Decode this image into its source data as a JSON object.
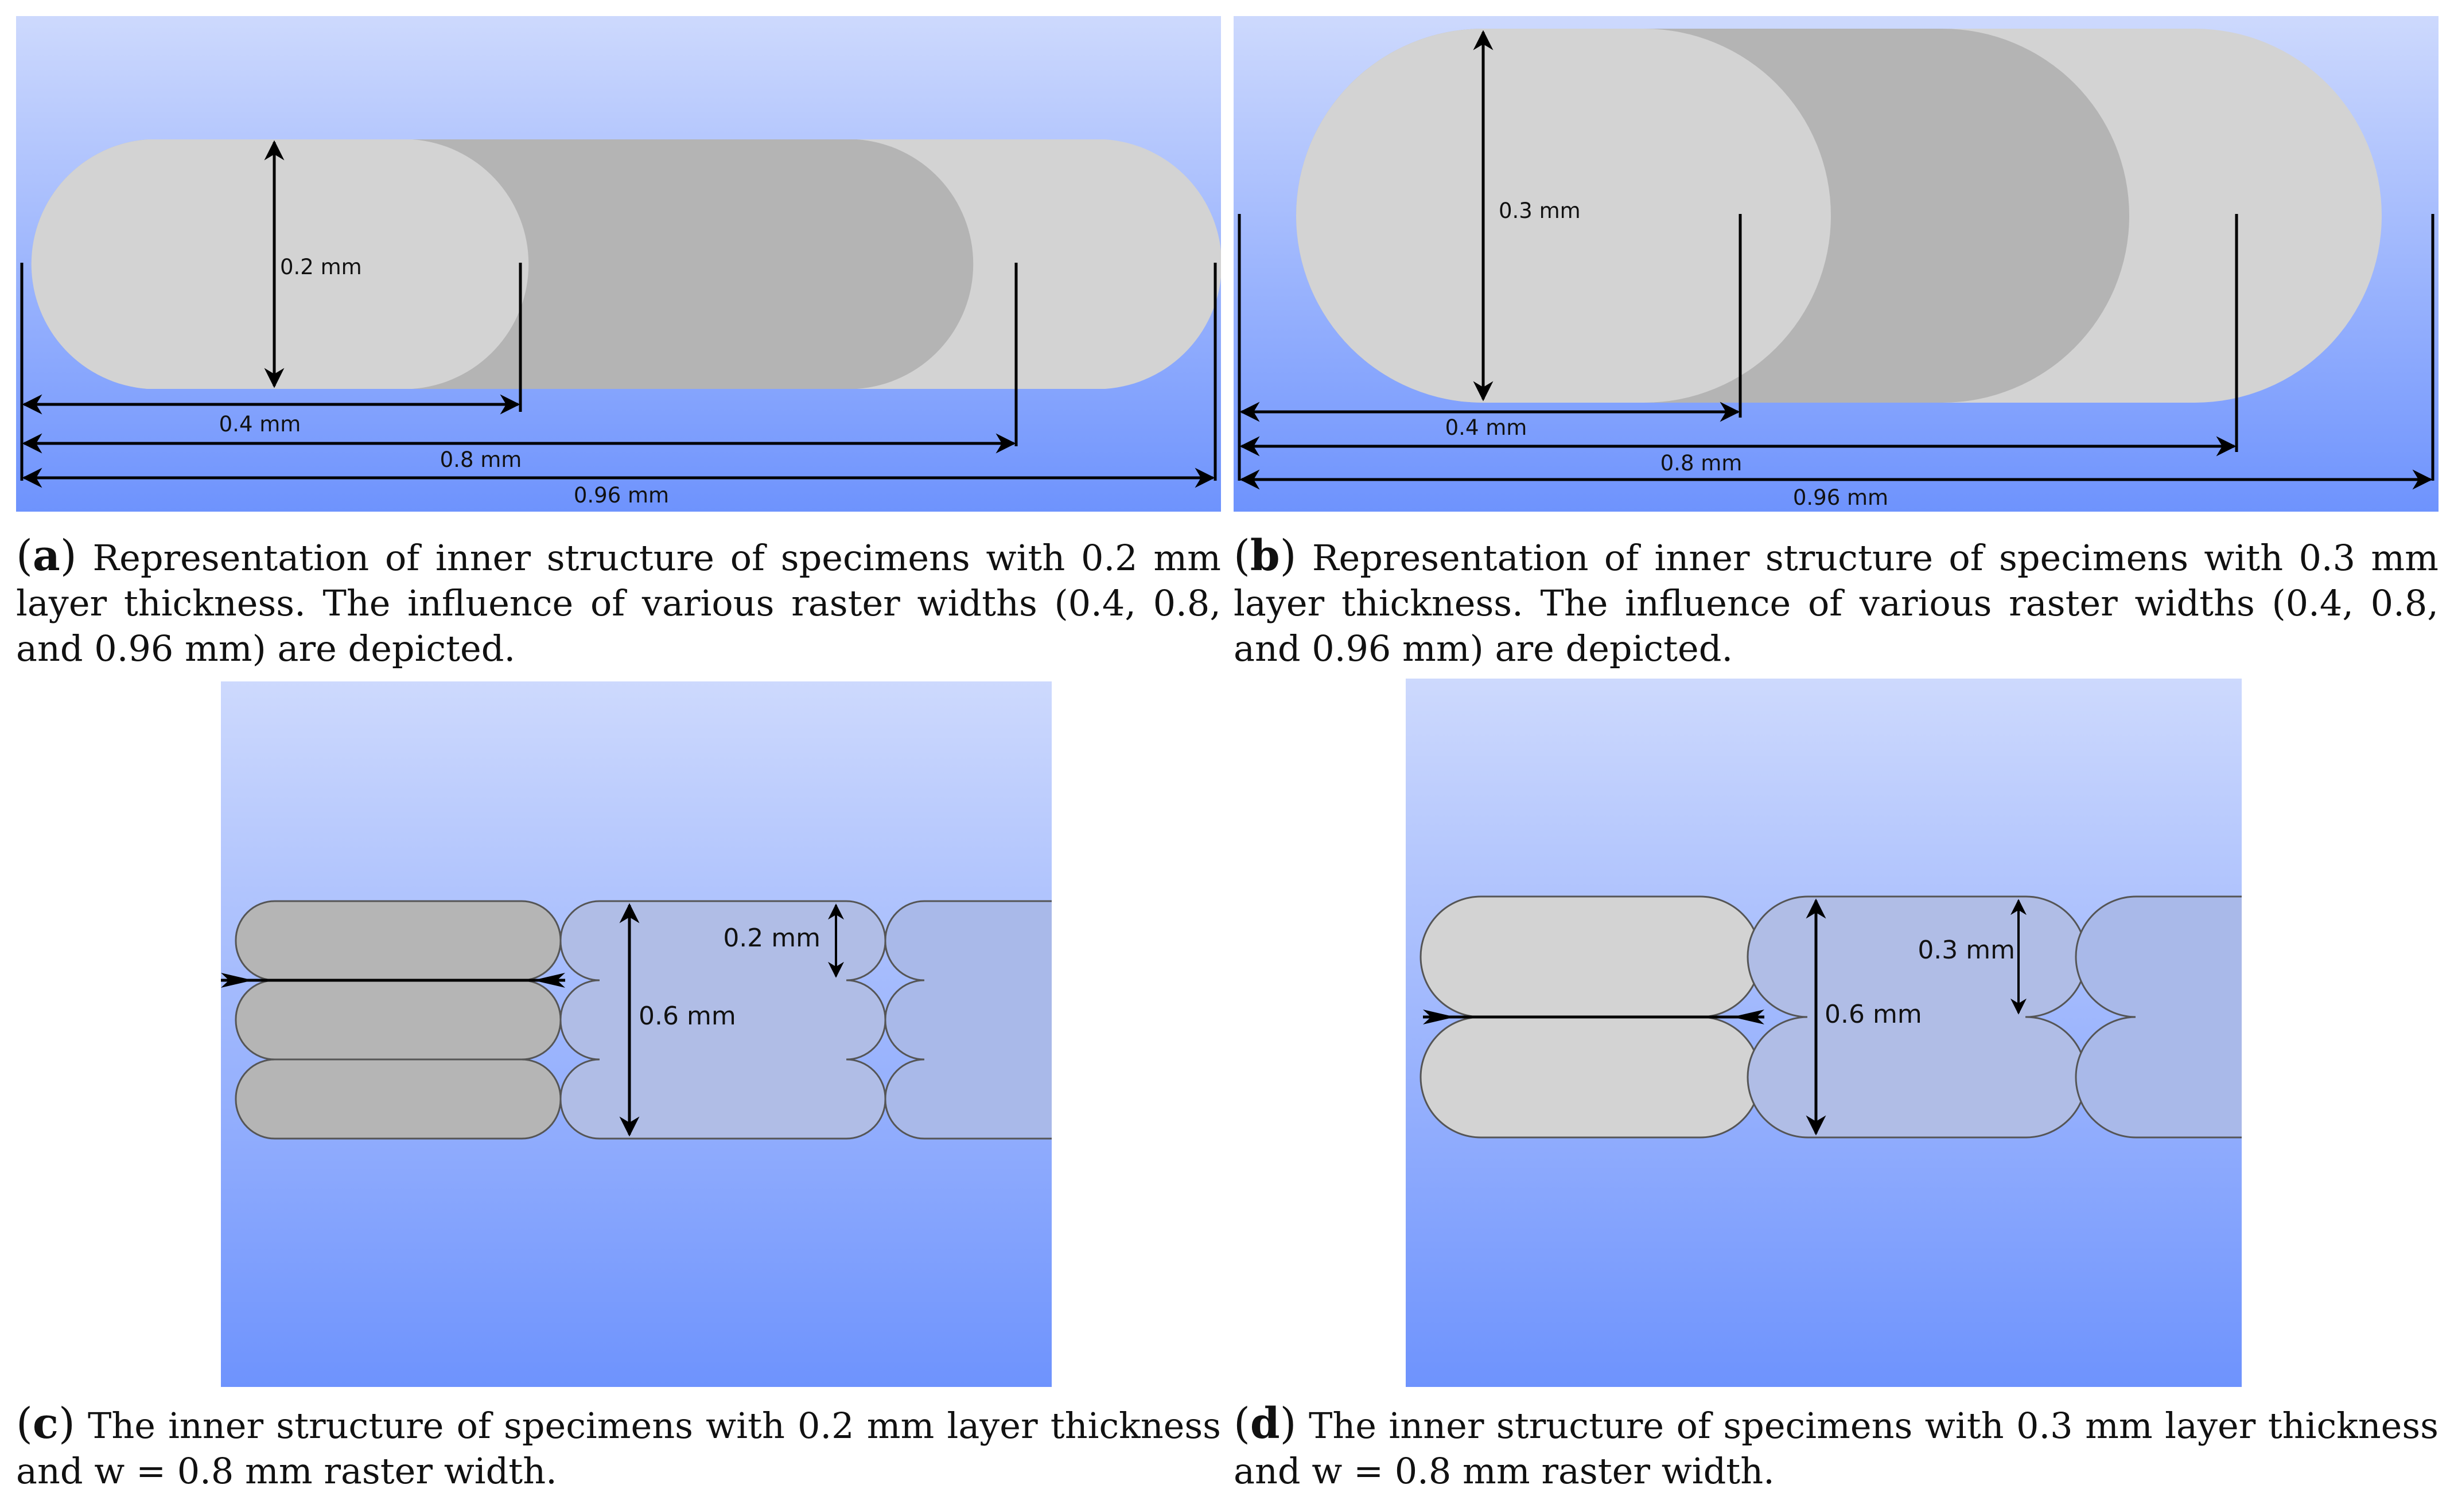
{
  "colors": {
    "bg_top": "#cdd9fd",
    "bg_bottom": "#6e93fd",
    "road_light": "#d3d3d3",
    "road_dark": "#b4b4b4",
    "road_c": "#b5b5b5",
    "road_blue": "#b0bde6",
    "road_blue2": "#a9b9e9",
    "arrow": "#000000"
  },
  "panels": {
    "a": {
      "dims": {
        "height": "0.2 mm",
        "w1": "0.4 mm",
        "w2": "0.8 mm",
        "w3": "0.96 mm"
      },
      "caption": {
        "label": "a",
        "text": "Representation of inner structure of specimens with 0.2 mm layer thickness. The influence of various raster widths (0.4, 0.8, and 0.96 mm) are depicted."
      }
    },
    "b": {
      "dims": {
        "height": "0.3 mm",
        "w1": "0.4 mm",
        "w2": "0.8 mm",
        "w3": "0.96 mm"
      },
      "caption": {
        "label": "b",
        "text": "Representation of inner structure of specimens with 0.3 mm layer thickness. The influence of various raster widths (0.4, 0.8, and 0.96 mm) are depicted."
      }
    },
    "c": {
      "dims": {
        "layer": "0.2 mm",
        "total": "0.6 mm"
      },
      "caption": {
        "label": "c",
        "text": "The inner structure of specimens with 0.2 mm layer thickness and w = 0.8 mm raster width."
      }
    },
    "d": {
      "dims": {
        "layer": "0.3 mm",
        "total": "0.6 mm"
      },
      "caption": {
        "label": "d",
        "text": "The inner structure of specimens with 0.3 mm layer thickness and w = 0.8 mm raster width."
      }
    }
  }
}
